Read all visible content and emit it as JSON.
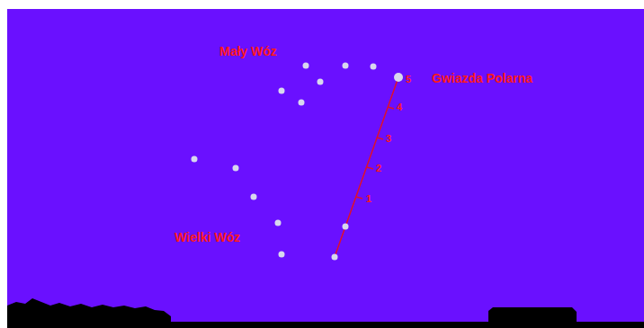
{
  "diagram": {
    "labels": [
      "Mały Wóz",
      "Gwiazda Polarna",
      "Wielki Wóz",
      "1",
      "2",
      "3",
      "4",
      "5"
    ]
  }
}
